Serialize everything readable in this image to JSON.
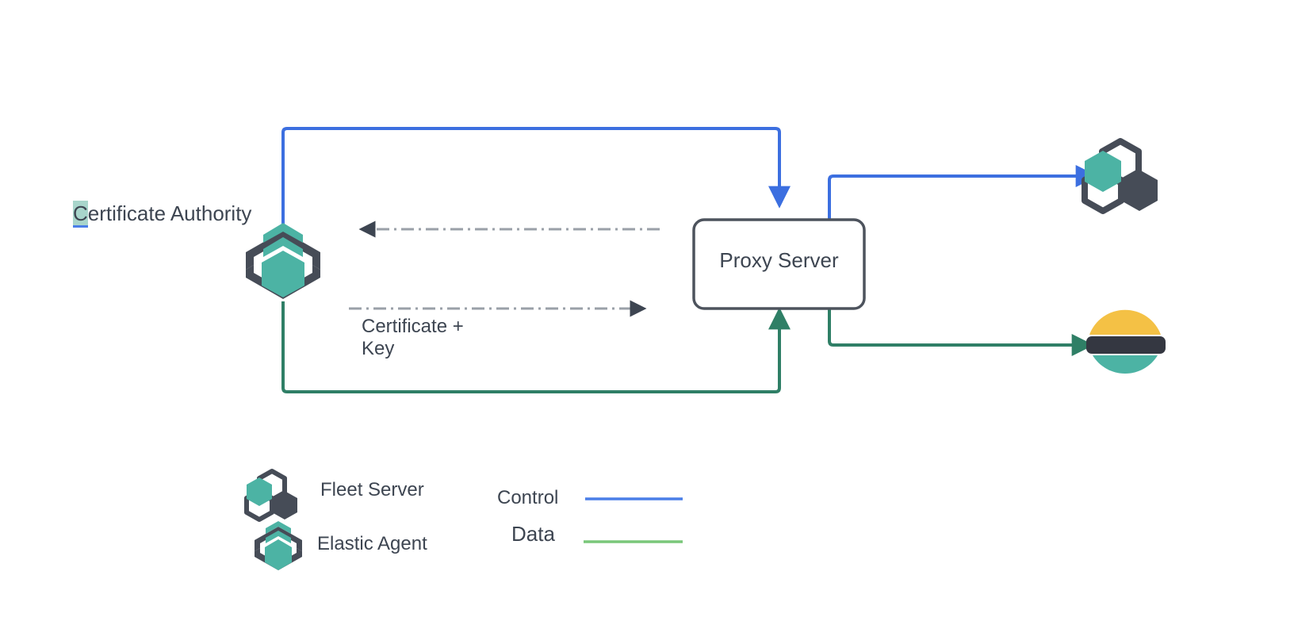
{
  "diagram": {
    "title_text_highlighted": "C",
    "nodes": [
      {
        "id": "certificate-authority",
        "label": "Certificate Authority",
        "icon": "elastic-agent-icon"
      },
      {
        "id": "proxy-server",
        "label": "Proxy Server",
        "shape": "rounded-rectangle"
      },
      {
        "id": "fleet-server",
        "label": "",
        "icon": "fleet-server-icon"
      },
      {
        "id": "elasticsearch",
        "label": "",
        "icon": "elasticsearch-icon"
      }
    ],
    "edge_labels": {
      "certificate_key": "Certificate +\nKey"
    }
  },
  "legend": {
    "icons": [
      {
        "name": "fleet-server-icon",
        "label": "Fleet Server"
      },
      {
        "name": "elastic-agent-icon",
        "label": "Elastic Agent"
      }
    ],
    "lines": [
      {
        "name": "control-line",
        "label": "Control",
        "color": "#4a7ee8"
      },
      {
        "name": "data-line",
        "label": "Data",
        "color": "#7ac77a"
      }
    ]
  },
  "colors": {
    "control_blue": "#3c6fe0",
    "data_green": "#2f7f66",
    "legend_data_green": "#7ac77a",
    "teal": "#4cb3a4",
    "dark_slate": "#464c57",
    "text": "#3d4551",
    "dashed_gray": "#9aa0a8",
    "arrow_dark": "#3d4551",
    "elastic_yellow": "#f4c145",
    "elastic_dark": "#343741",
    "elastic_teal": "#4cb3a4",
    "highlight": "#a8d5cb",
    "background": "#ffffff"
  }
}
